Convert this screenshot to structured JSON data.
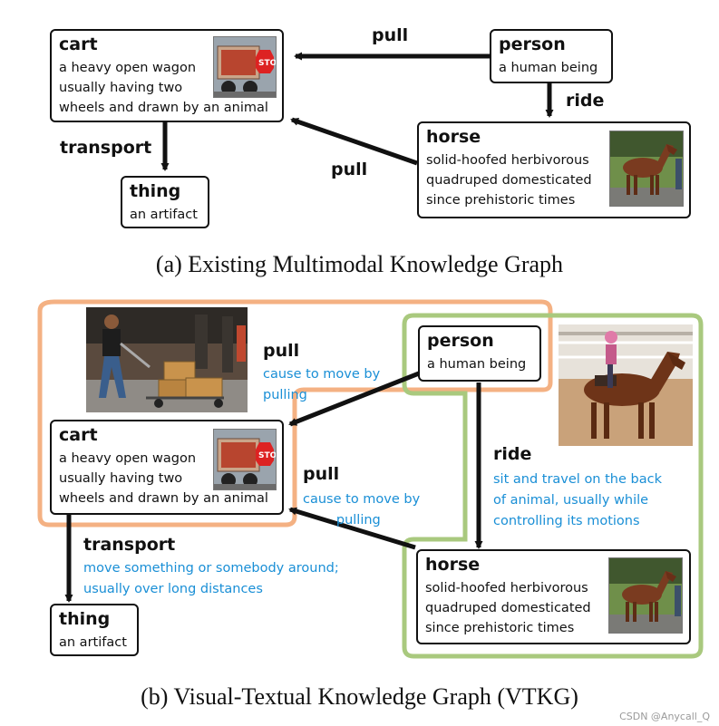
{
  "part_a": {
    "caption": "(a) Existing Multimodal Knowledge Graph",
    "cart": {
      "title": "cart",
      "desc": "a heavy open wagon\nusually having two\nwheels and drawn by an animal"
    },
    "person": {
      "title": "person",
      "desc": "a human being"
    },
    "horse": {
      "title": "horse",
      "desc": "solid-hoofed herbivorous\nquadruped domesticated\nsince prehistoric times"
    },
    "thing": {
      "title": "thing",
      "desc": "an artifact"
    },
    "edges": {
      "pull_top": "pull",
      "ride": "ride",
      "pull_mid": "pull",
      "transport": "transport"
    }
  },
  "part_b": {
    "caption": "(b) Visual-Textual Knowledge Graph (VTKG)",
    "cart": {
      "title": "cart",
      "desc": "a heavy open wagon\nusually having two\nwheels and drawn by an animal"
    },
    "person": {
      "title": "person",
      "desc": "a human being"
    },
    "horse": {
      "title": "horse",
      "desc": "solid-hoofed herbivorous\nquadruped domesticated\nsince prehistoric times"
    },
    "thing": {
      "title": "thing",
      "desc": "an artifact"
    },
    "edges": {
      "pull_top": {
        "label": "pull",
        "gloss": "cause to move by\npulling"
      },
      "pull_mid": {
        "label": "pull",
        "gloss": "cause to move by\n        pulling"
      },
      "ride": {
        "label": "ride",
        "gloss": "sit and travel on the back\nof animal, usually while\ncontrolling its motions"
      },
      "transport": {
        "label": "transport",
        "gloss": "move something or somebody around;\nusually over long distances"
      }
    }
  },
  "colors": {
    "orange": "#f4b183",
    "green": "#a9c97e",
    "gloss_blue": "#1a8fd6",
    "arrow": "#111111"
  },
  "watermark": "CSDN @Anycall_Q"
}
